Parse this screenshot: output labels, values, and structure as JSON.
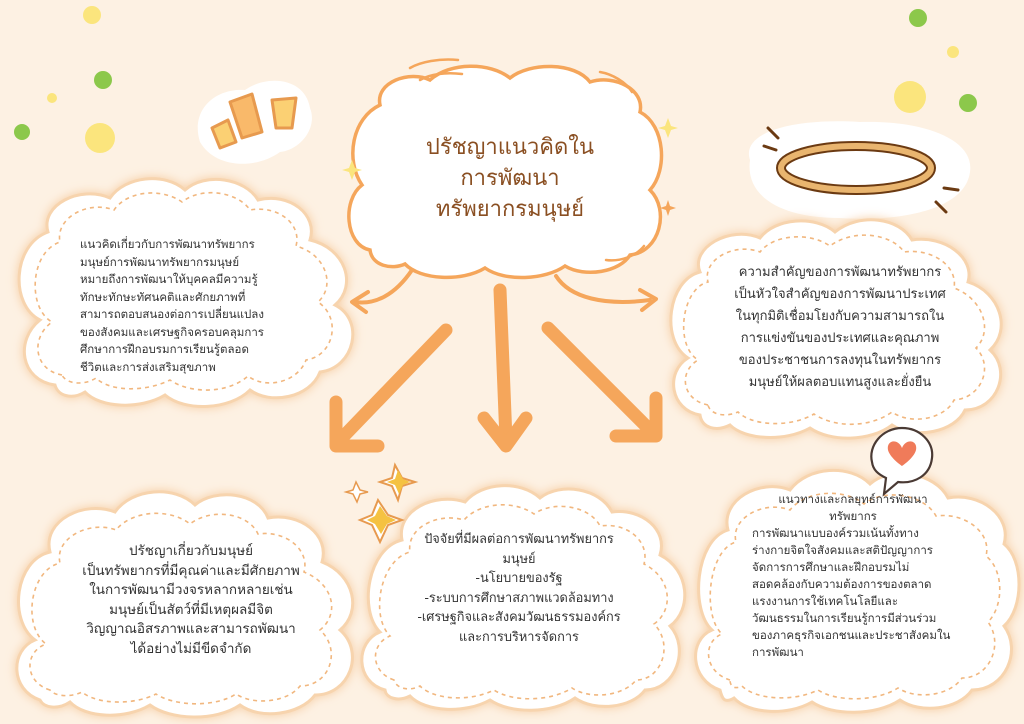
{
  "colors": {
    "background": "#fdf1e3",
    "accent_orange": "#f5a65b",
    "cloud_fill": "#ffffff",
    "cloud_outline": "#f7d4ae",
    "title_text": "#8a4f22",
    "dot_green": "#8cc84b",
    "dot_yellow": "#fbe57d"
  },
  "central": {
    "title": "ปรัชญาแนวคิดใน\nการพัฒนา\nทรัพยากรมนุษย์"
  },
  "boxes": {
    "top_left": {
      "text": "แนวคิดเกี่ยวกับการพัฒนาทรัพยากร\nมนุษย์การพัฒนาทรัพยากรมนุษย์\nหมายถึงการพัฒนาให้บุคคลมีความรู้\nทักษะทักษะทัศนคติและศักยภาพที่\nสามารถตอบสนองต่อการเปลี่ยนแปลง\nของสังคมและเศรษฐกิจครอบคลุมการ\nศึกษาการฝึกอบรมการเรียนรู้ตลอด\nชีวิตและการส่งเสริมสุขภาพ"
    },
    "top_right": {
      "text": "ความสำคัญของการพัฒนาทรัพยากร\nเป็นหัวใจสำคัญของการพัฒนาประเทศ\nในทุกมิติเชื่อมโยงกับความสามารถใน\nการแข่งขันของประเทศและคุณภาพ\nของประชาชนการลงทุนในทรัพยากร\nมนุษย์ให้ผลตอบแทนสูงและยั่งยืน"
    },
    "bottom_left": {
      "text": "ปรัชญาเกี่ยวกับมนุษย์\nเป็นทรัพยากรที่มีคุณค่าและมีศักยภาพ\nในการพัฒนามีวงจรหลากหลายเช่น\nมนุษย์เป็นสัตว์ที่มีเหตุผลมีจิต\nวิญญาณอิสรภาพและสามารถพัฒนา\nได้อย่างไม่มีขีดจำกัด"
    },
    "bottom_middle": {
      "text": "ปัจจัยที่มีผลต่อการพัฒนาทรัพยากร\nมนุษย์\n-นโยบายของรัฐ\n-ระบบการศึกษาสภาพแวดล้อมทาง\n-เศรษฐกิจและสังคมวัฒนธรรมองค์กร\nและการบริหารจัดการ"
    },
    "bottom_right": {
      "title": "แนวทางและกลยุทธ์การพัฒนา\nทรัพยากร",
      "text": "การพัฒนาแบบองค์รวมเน้นทั้งทาง\nร่างกายจิตใจสังคมและสติปัญญาการ\nจัดการการศึกษาและฝึกอบรมไม่\nสอดคล้องกับความต้องการของตลาด\nแรงงานการใช้เทคโนโลยีและ\nวัฒนธรรมในการเรียนรู้การมีส่วนร่วม\nของภาคธุรกิจเอกชนและประชาสังคมใน\nการพัฒนา"
    }
  },
  "icons": [
    "sparkle-rays-icon",
    "halo-ring-icon",
    "heart-speech-bubble-icon",
    "twinkle-stars-icon"
  ]
}
